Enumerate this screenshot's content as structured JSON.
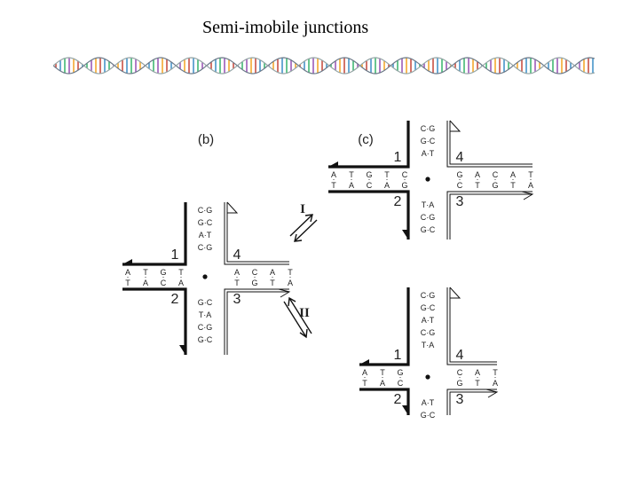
{
  "slide": {
    "title": "Semi-imobile junctions"
  },
  "banner": {
    "icon": "dna-double-helix-icon",
    "colors": [
      "#c0392b",
      "#2e86c1",
      "#27ae60",
      "#8e44ad",
      "#f39c12"
    ]
  },
  "figure": {
    "panel_b": {
      "label": "(b)",
      "vertical_top": [
        "C·G",
        "G·C",
        "A·T",
        "C·G"
      ],
      "vertical_bottom": [
        "G·C",
        "T·A",
        "C·G",
        "G·C"
      ],
      "left_top": [
        "A",
        "T",
        "G",
        "T"
      ],
      "left_bottom": [
        "T",
        "A",
        "C",
        "A"
      ],
      "right_top": [
        "A",
        "C",
        "A",
        "T"
      ],
      "right_bottom": [
        "T",
        "G",
        "T",
        "A"
      ],
      "strands": [
        "1",
        "2",
        "3",
        "4"
      ]
    },
    "panel_c": {
      "label": "(c)",
      "vertical_top": [
        "C·G",
        "G·C",
        "A·T"
      ],
      "vertical_bottom": [
        "T·A",
        "C·G",
        "G·C"
      ],
      "left_top": [
        "A",
        "T",
        "G",
        "T",
        "C"
      ],
      "left_bottom": [
        "T",
        "A",
        "C",
        "A",
        "G"
      ],
      "right_top": [
        "G",
        "A",
        "C",
        "A",
        "T"
      ],
      "right_bottom": [
        "C",
        "T",
        "G",
        "T",
        "A"
      ],
      "strands": [
        "1",
        "2",
        "3",
        "4"
      ]
    },
    "panel_d": {
      "vertical_top": [
        "C·G",
        "G·C",
        "A·T",
        "C·G",
        "T·A"
      ],
      "vertical_bottom": [
        "A·T",
        "G·C"
      ],
      "left_top": [
        "A",
        "T",
        "G"
      ],
      "left_bottom": [
        "T",
        "A",
        "C"
      ],
      "right_top": [
        "C",
        "A",
        "T"
      ],
      "right_bottom": [
        "G",
        "T",
        "A"
      ],
      "strands": [
        "1",
        "2",
        "3",
        "4"
      ]
    },
    "arrows": {
      "upper_label": "I",
      "lower_label": "II"
    }
  }
}
